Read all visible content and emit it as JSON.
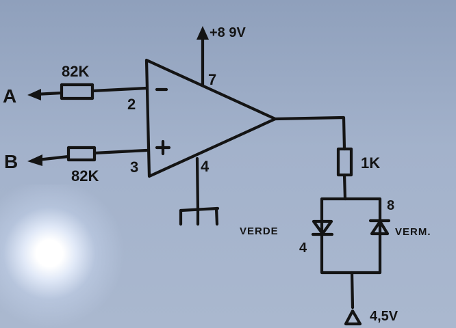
{
  "diagram": {
    "inputs": {
      "a": "A",
      "b": "B"
    },
    "resistors": {
      "r1": "82K",
      "r2": "82K",
      "r3": "1K"
    },
    "pins": {
      "inv": "2",
      "noninv": "3",
      "vplus": "7",
      "gnd": "4"
    },
    "signs": {
      "minus": "−",
      "plus": "+"
    },
    "supply": {
      "positive": "+8 9V",
      "half": "4,5V"
    },
    "leds": {
      "green": "VERDE",
      "red": "VERM.",
      "green_mark": "4",
      "red_mark": "8"
    },
    "colors": {
      "ink": "#141414",
      "board": "#a3b2cb"
    }
  }
}
